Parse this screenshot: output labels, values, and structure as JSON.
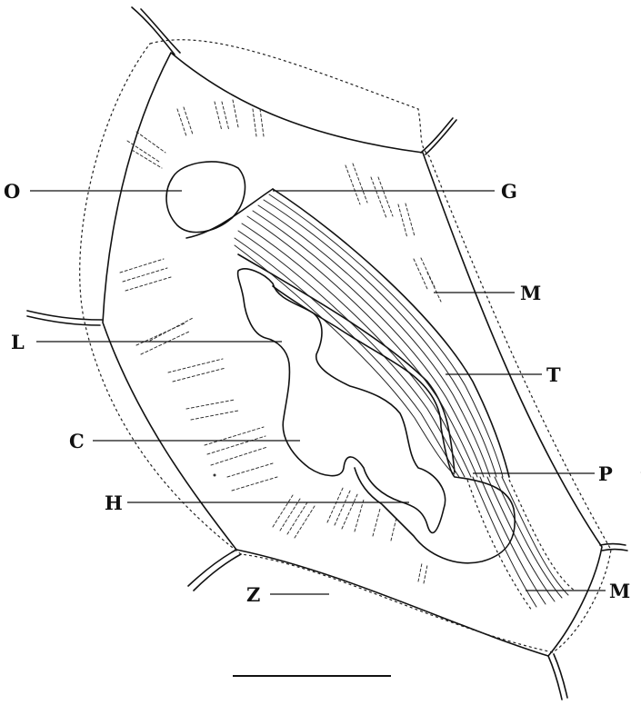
{
  "labels": {
    "O": "O",
    "G": "G",
    "M_upper": "M",
    "L": "L",
    "T": "T",
    "C": "C",
    "P": "P",
    "H": "H",
    "M_lower": "M",
    "Z": "Z"
  }
}
